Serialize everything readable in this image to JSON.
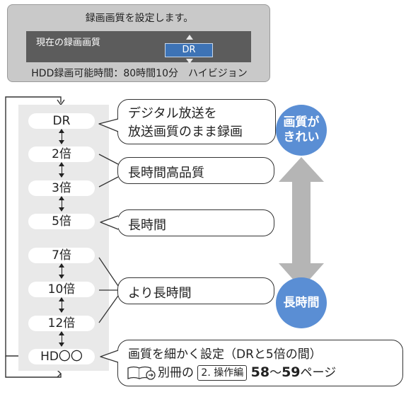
{
  "screen": {
    "title": "録画画質を設定します。",
    "quality_label": "現在の録画画質",
    "quality_value": "DR",
    "status": "HDD録画可能時間：80時間10分　ハイビジョン"
  },
  "modes": [
    "DR",
    "2倍",
    "3倍",
    "5倍",
    "7倍",
    "10倍",
    "12倍",
    "HD〇〇"
  ],
  "callouts": {
    "dr_line1": "デジタル放送を",
    "dr_line2": "放送画質のまま録画",
    "long_hq": "長時間高品質",
    "long": "長時間",
    "longer": "より長時間",
    "hd_title": "画質を細かく設定（DRと5倍の間）",
    "hd_ref_prefix": "別冊の",
    "hd_ref_badge": "2. 操作編",
    "hd_ref_page_a": "58",
    "hd_ref_tilde": "〜",
    "hd_ref_page_b": "59",
    "hd_ref_suffix": "ページ"
  },
  "scale": {
    "top_line1": "画質が",
    "top_line2": "きれい",
    "bottom": "長時間"
  },
  "colors": {
    "accent_blue": "#5a8ed4",
    "arrow_gray": "#b5b5b5",
    "panel_gray": "#c9c9c9"
  }
}
